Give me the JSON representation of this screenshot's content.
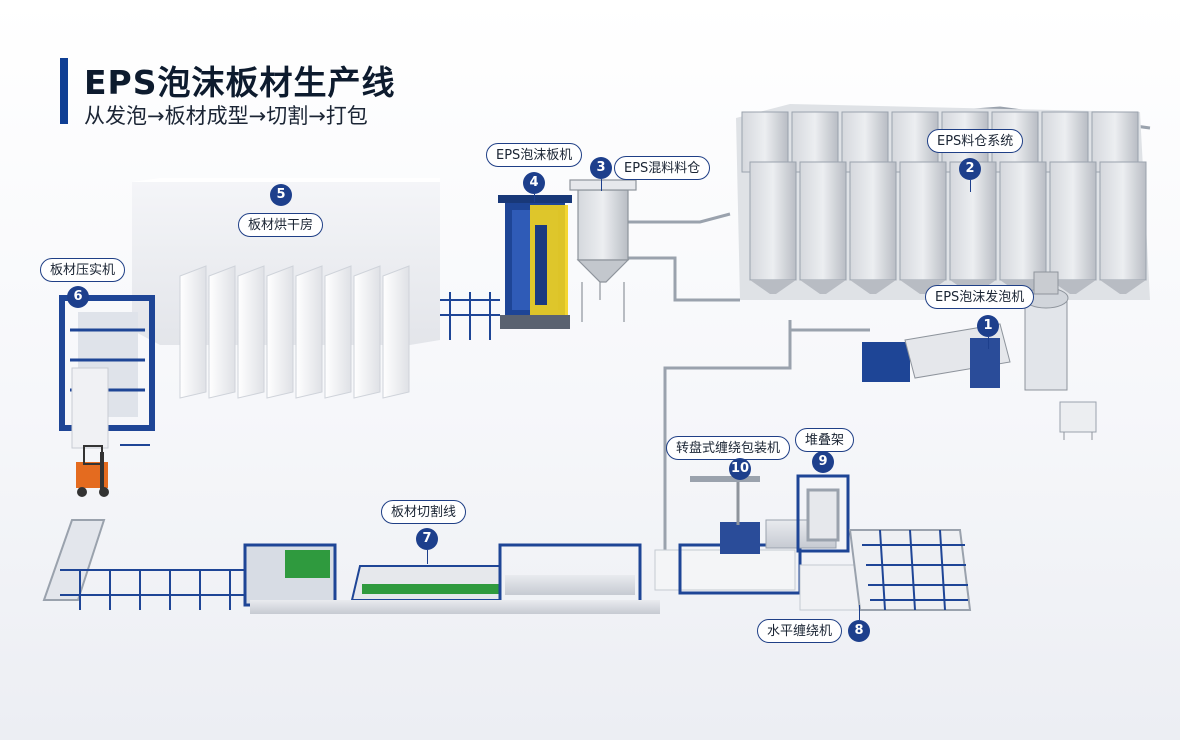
{
  "title": "EPS泡沫板材生产线",
  "subtitle": "从发泡→板材成型→切割→打包",
  "stations": [
    {
      "num": "1",
      "label": "EPS泡沫发泡机"
    },
    {
      "num": "2",
      "label": "EPS料仓系统"
    },
    {
      "num": "3",
      "label": "EPS混料料仓"
    },
    {
      "num": "4",
      "label": "EPS泡沫板机"
    },
    {
      "num": "5",
      "label": "板材烘干房"
    },
    {
      "num": "6",
      "label": "板材压实机"
    },
    {
      "num": "7",
      "label": "板材切割线"
    },
    {
      "num": "8",
      "label": "水平缠绕机"
    },
    {
      "num": "9",
      "label": "堆叠架"
    },
    {
      "num": "10",
      "label": "转盘式缠绕包装机"
    }
  ],
  "colors": {
    "accent_navy": "#1d3f8c",
    "title_bar": "#0f3f94",
    "machine_blue": "#1e4596",
    "silo_gray": "#c9ccd1",
    "room_white": "#f2f3f6",
    "green": "#2f9a3e",
    "yellow": "#f2d21c",
    "orange": "#e46b1f"
  }
}
